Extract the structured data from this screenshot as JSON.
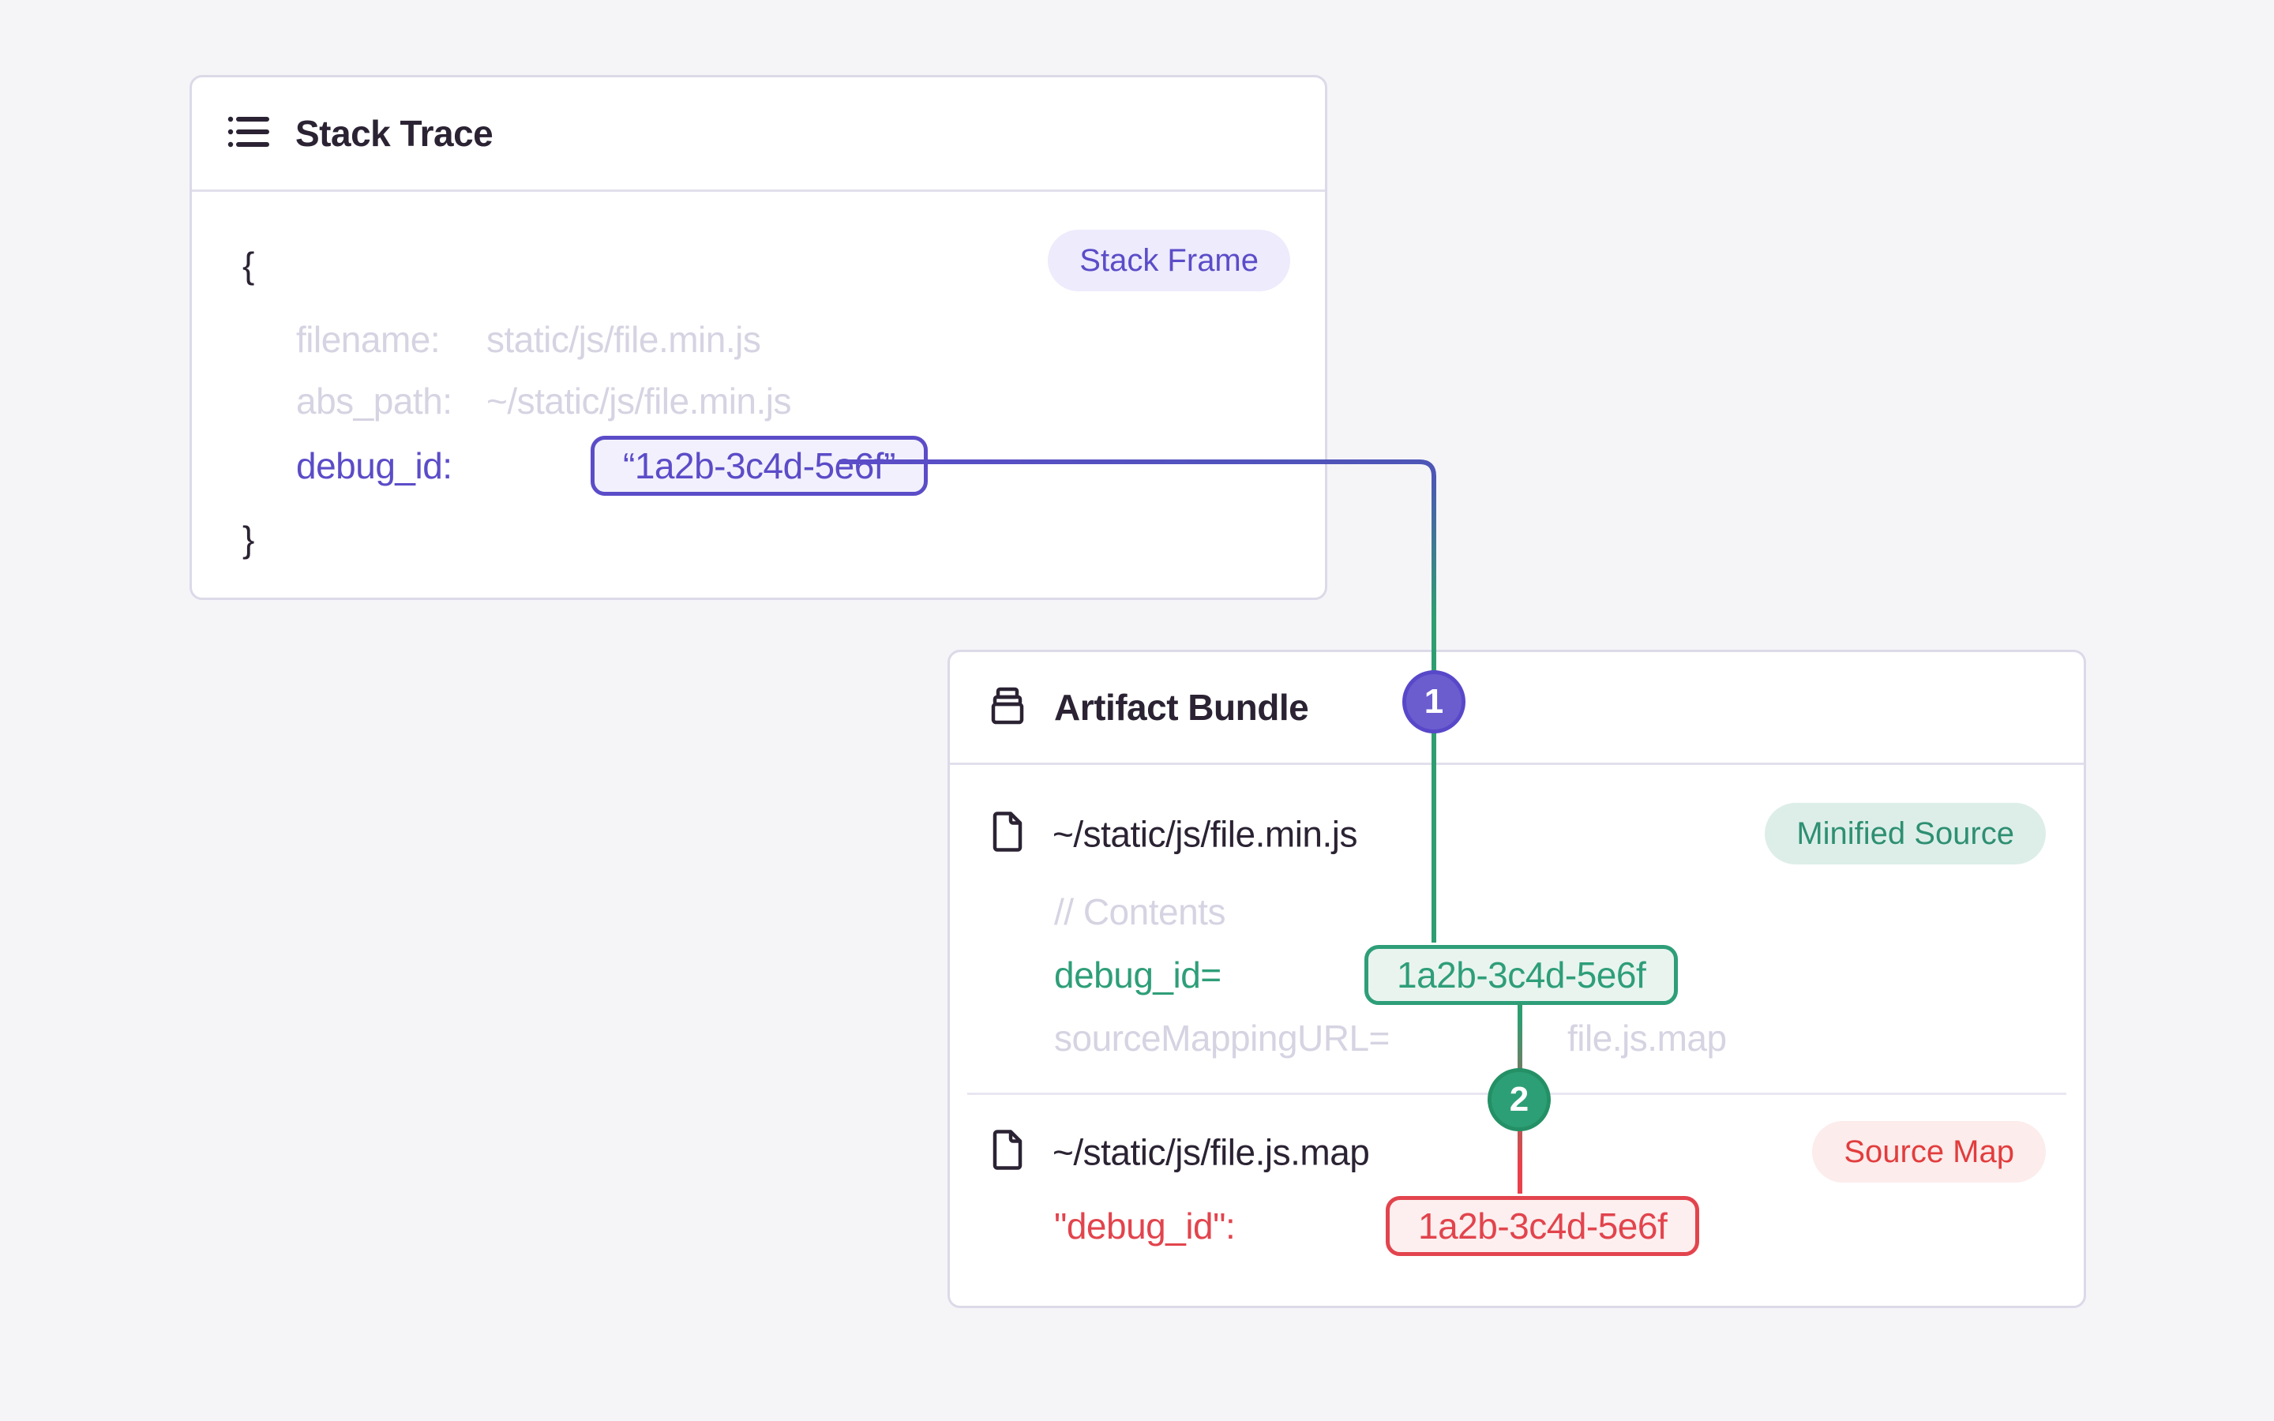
{
  "stack_trace": {
    "title": "Stack Trace",
    "badge": "Stack Frame",
    "brace_open": "{",
    "brace_close": "}",
    "fields": {
      "filename": {
        "label": "filename:",
        "value": "static/js/file.min.js"
      },
      "abs_path": {
        "label": "abs_path:",
        "value": "~/static/js/file.min.js"
      },
      "debug_id": {
        "label": "debug_id:",
        "value": "“1a2b-3c4d-5e6f”"
      }
    }
  },
  "artifact_bundle": {
    "title": "Artifact Bundle",
    "minified": {
      "path": "~/static/js/file.min.js",
      "badge": "Minified Source",
      "comment": "// Contents",
      "debug_label": "debug_id=",
      "debug_value": "1a2b-3c4d-5e6f",
      "srcmap_label": "sourceMappingURL=",
      "srcmap_value": "file.js.map"
    },
    "sourcemap": {
      "path": "~/static/js/file.js.map",
      "badge": "Source Map",
      "debug_label": "\"debug_id\":",
      "debug_value": "1a2b-3c4d-5e6f"
    }
  },
  "markers": {
    "one": "1",
    "two": "2"
  },
  "colors": {
    "purple": "#5b4cc8",
    "indigo_mid": "#4d56b6",
    "green": "#2e9e71",
    "red": "#e8414b"
  }
}
